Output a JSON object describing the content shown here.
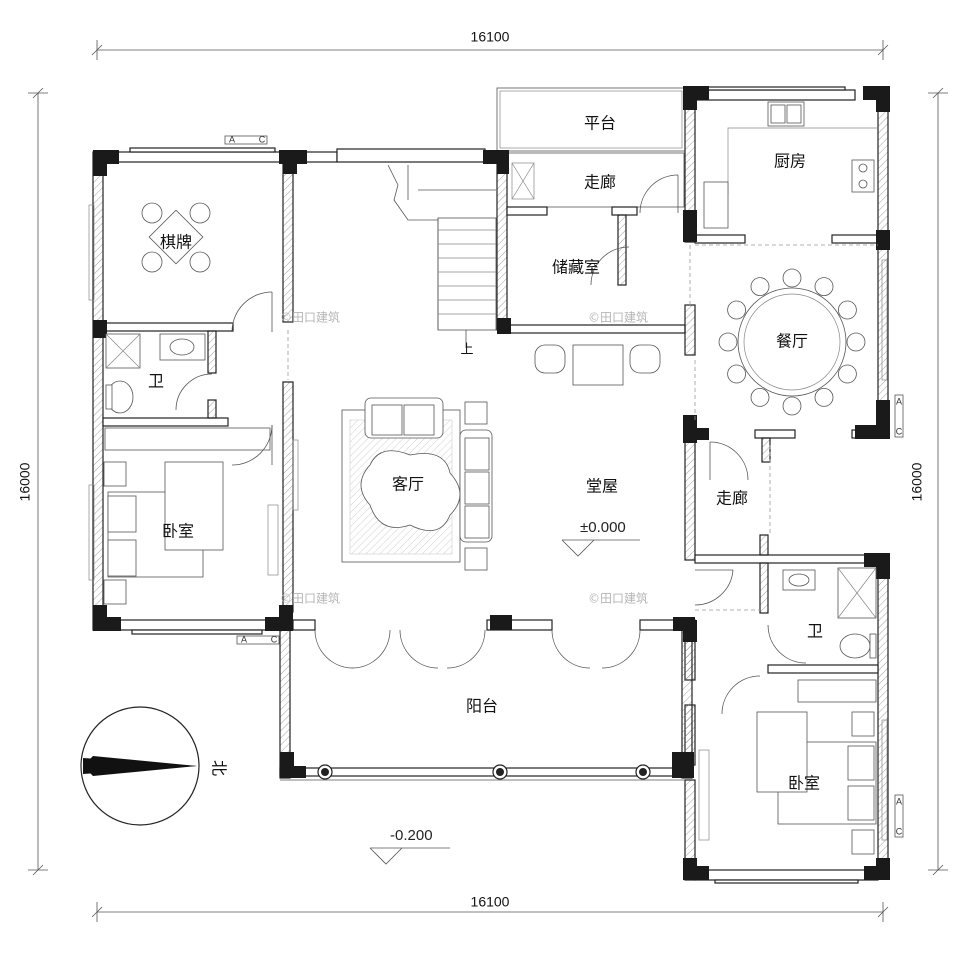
{
  "rooms": {
    "platform": "平台",
    "corridor_north": "走廊",
    "kitchen": "厨房",
    "chess_room": "棋牌",
    "storage": "储藏室",
    "dining": "餐厅",
    "bath_west": "卫",
    "living": "客厅",
    "hall": "堂屋",
    "bedroom_west": "卧室",
    "corridor_east": "走廊",
    "bath_east": "卫",
    "balcony": "阳台",
    "bedroom_east": "卧室"
  },
  "dimensions": {
    "top": "16100",
    "bottom": "16100",
    "left": "16000",
    "right": "16000"
  },
  "elevations": {
    "main_floor": "±0.000",
    "exterior": "-0.200"
  },
  "stair": {
    "up_label": "上"
  },
  "compass": {
    "north_label": "北"
  },
  "section_marks": {
    "a": "A",
    "c": "C"
  },
  "watermark": "©田口建筑",
  "colors": {
    "wall_line": "#222222",
    "column": "#1a1a1a",
    "watermark": "#b5b5b5"
  }
}
